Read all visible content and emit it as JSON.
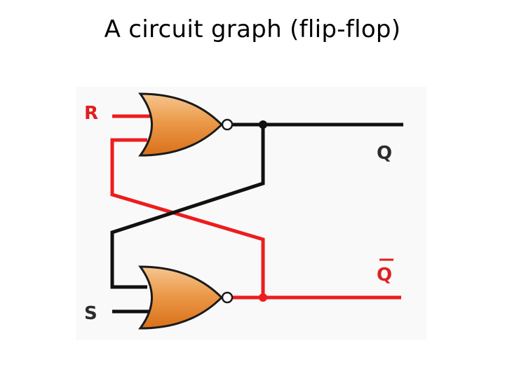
{
  "title": "A circuit graph (flip-flop)",
  "labels": {
    "R": "R",
    "S": "S",
    "Q": "Q",
    "Q_bar": "Q"
  },
  "colors": {
    "red_wire": "#ee1c1c",
    "black_wire": "#111111",
    "gate_fill_light": "#f6c690",
    "gate_fill_dark": "#e27a1f",
    "gate_stroke": "#1a1a1a",
    "label_red": "#e02020",
    "label_dark": "#2b2b2b"
  },
  "gates": [
    {
      "type": "NOR",
      "name": "top-nor-gate"
    },
    {
      "type": "NOR",
      "name": "bottom-nor-gate"
    }
  ]
}
